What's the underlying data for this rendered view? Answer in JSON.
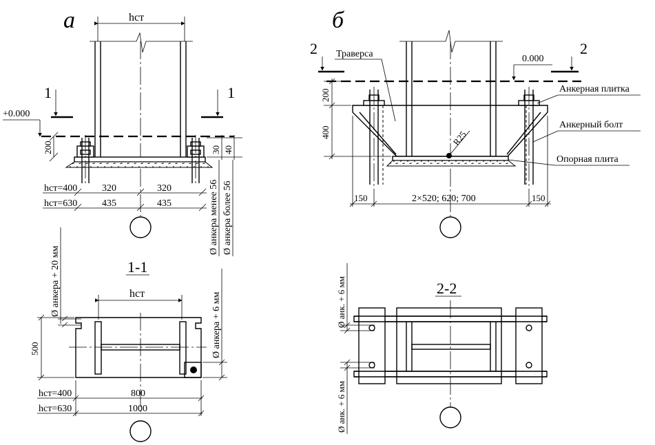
{
  "view_a": {
    "title": "а",
    "width_dim": "hст",
    "level": "+0.000",
    "section_mark": "1",
    "dim_200": "200",
    "dim_30": "30",
    "dim_40": "40",
    "row1_label": "hст=400",
    "row1_left": "320",
    "row1_right": "320",
    "row2_label": "hст=630",
    "row2_left": "435",
    "row2_right": "435",
    "note_anchor_less": "Ø анкера менее 56",
    "note_anchor_more": "Ø анкера более 56"
  },
  "section_1_1": {
    "title": "1-1",
    "width_dim": "hст",
    "note_anchor_20": "Ø анкера + 20 мм",
    "note_anchor_6": "Ø анкера + 6 мм",
    "dim_500": "500",
    "row1_label": "hст=400",
    "row1_value": "800",
    "row2_label": "hст=630",
    "row2_value": "1000"
  },
  "view_b": {
    "title": "б",
    "section_mark": "2",
    "level": "0.000",
    "label_traverse": "Траверса",
    "label_anchor_plate": "Анкерная плитка",
    "label_anchor_bolt": "Анкерный болт",
    "label_base_plate": "Опорная плита",
    "radius": "R25",
    "dim_200": "200",
    "dim_400": "400",
    "dim_150_left": "150",
    "dim_middle": "2×520; 620; 700",
    "dim_150_right": "150"
  },
  "section_2_2": {
    "title": "2-2",
    "note_top": "Ø анк. + 6 мм",
    "note_bottom": "Ø анк. + 6 мм"
  }
}
